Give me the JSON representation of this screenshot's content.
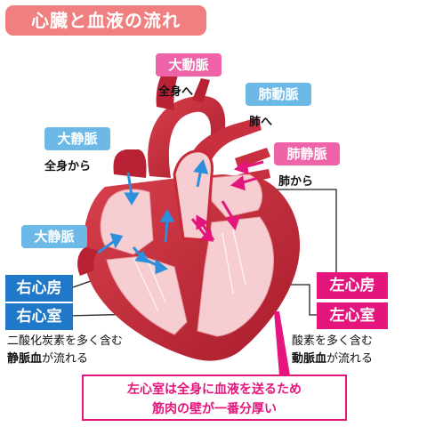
{
  "title": "心臓と血液の流れ",
  "vessels": {
    "aorta": {
      "tag": "大動脈",
      "caption": "全身へ"
    },
    "pulmonary_artery": {
      "tag": "肺動脈",
      "caption": "肺へ"
    },
    "pulmonary_vein": {
      "tag": "肺静脈",
      "caption": "肺から"
    },
    "vena_cava_upper": {
      "tag": "大静脈",
      "caption": "全身から"
    },
    "vena_cava_lower": {
      "tag": "大静脈"
    }
  },
  "chambers": {
    "right_atrium": "右心房",
    "right_ventricle": "右心室",
    "left_atrium": "左心房",
    "left_ventricle": "左心室"
  },
  "notes": {
    "right_line1": "二酸化炭素を多く含む",
    "right_bold": "静脈血",
    "right_rest": "が流れる",
    "left_line1": "酸素を多く含む",
    "left_bold": "動脈血",
    "left_rest": "が流れる"
  },
  "callout": {
    "line1": "左心室は全身に血液を送るため",
    "line2": "筋肉の壁が一番分厚い"
  },
  "colors": {
    "title_bg": "#f08080",
    "blue_tag": "#6cb8e6",
    "pink_tag": "#ef63a8",
    "right_box": "#1f78c8",
    "left_box": "#e4157c",
    "heart_muscle": "#c8283a",
    "heart_inner": "#f4c6c8",
    "vein_arrow": "#2b8fdc",
    "artery_arrow": "#e4157c"
  }
}
